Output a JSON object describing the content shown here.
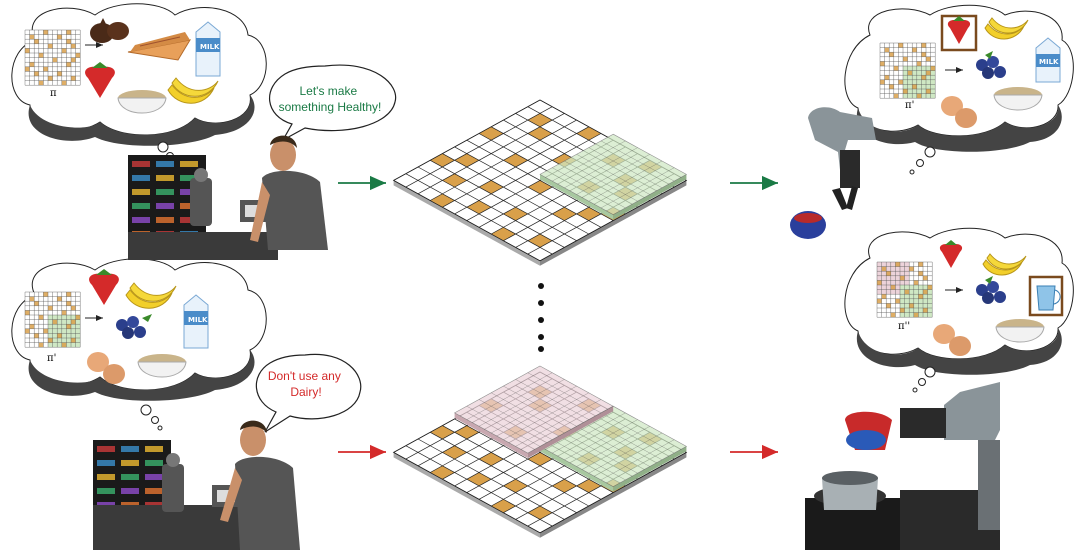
{
  "speech": {
    "top": {
      "line1": "Let's make",
      "line2": "something Healthy!",
      "color": "#1a7a45"
    },
    "bottom": {
      "line1": "Don't use any",
      "line2": "Dairy!",
      "color": "#d42a2a"
    }
  },
  "policy_labels": {
    "pi": "π",
    "pi_prime": "π'",
    "pi_double_prime": "π''"
  },
  "milk_label": "MILK",
  "colors": {
    "arrow_top": "#1a7a45",
    "arrow_bottom": "#d42a2a",
    "grid_orange": "#d9a04a",
    "overlay_green": "#cfe8c4",
    "overlay_pink": "#ecd3da",
    "highlight_box": "#7a4a1e"
  },
  "icons": {
    "food_items_top": [
      "chocolate-icon",
      "pie-icon",
      "milk-carton-icon",
      "strawberry-icon",
      "oatmeal-bowl-icon",
      "banana-icon"
    ],
    "food_items_result_top": [
      "strawberry-icon",
      "banana-icon",
      "blueberry-icon",
      "milk-carton-icon",
      "egg-icon",
      "oatmeal-bowl-icon"
    ],
    "food_items_bottom": [
      "strawberry-icon",
      "banana-icon",
      "blueberry-icon",
      "milk-carton-icon",
      "egg-icon",
      "oatmeal-bowl-icon"
    ],
    "food_items_result_bottom": [
      "strawberry-icon",
      "banana-icon",
      "blueberry-icon",
      "water-pitcher-icon",
      "egg-icon",
      "oatmeal-bowl-icon"
    ]
  }
}
